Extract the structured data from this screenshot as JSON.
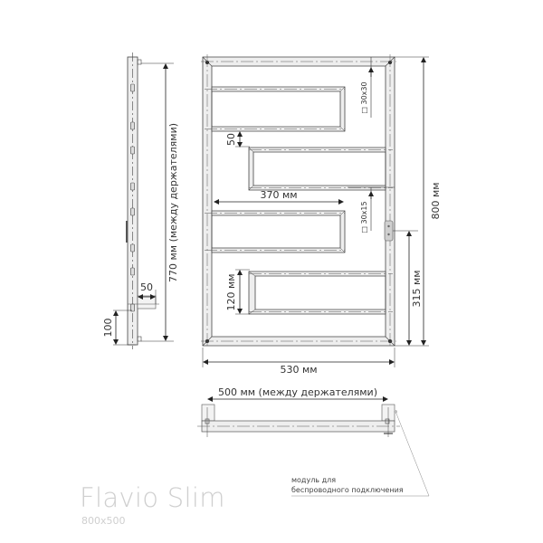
{
  "product": {
    "name": "Flavio Slim",
    "size": "800x500"
  },
  "dimensions": {
    "overall_height": "800 мм",
    "overall_width": "530 мм",
    "between_holders_vertical": "770 мм (между держателями)",
    "between_holders_horizontal": "500 мм (между держателями)",
    "inner_width": "370 мм",
    "gap": "50",
    "bar_height": "120 мм",
    "module_height": "315 мм",
    "wall_offset": "50",
    "bottom_offset": "100",
    "profile_frame": "□ 30x30",
    "profile_bar": "□ 30x15"
  },
  "annotations": {
    "module_note_line1": "модуль для",
    "module_note_line2": "беспроводного подключения"
  },
  "colors": {
    "line": "#333333",
    "fill": "#eeeeee",
    "title": "#cfcfcf"
  }
}
